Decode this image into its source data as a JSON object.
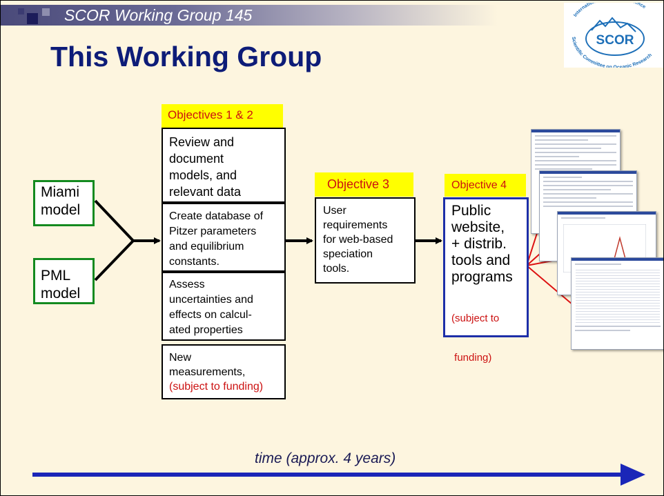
{
  "header": {
    "subtitle": "SCOR Working Group 145",
    "title": "This Working Group"
  },
  "logo": {
    "text": "SCOR",
    "arc_top": "International Council for Science",
    "arc_bottom": "Scientific Committee on Oceanic Research"
  },
  "models": {
    "miami": [
      "Miami",
      "model"
    ],
    "pml": [
      "PML",
      "model"
    ]
  },
  "objectives_1_2": {
    "label": "Objectives 1 & 2",
    "review": [
      "Review and",
      "document",
      "models, and",
      "relevant data"
    ],
    "database": [
      "Create database of",
      "Pitzer parameters",
      "and equilibrium",
      "constants."
    ],
    "assess": [
      "Assess",
      "uncertainties and",
      "effects on calcul-",
      "ated properties"
    ],
    "new_measurements": [
      "New",
      "measurements,"
    ],
    "new_measurements_note": "(subject to funding)"
  },
  "objective_3": {
    "label": "Objective 3",
    "lines": [
      "User",
      "requirements",
      "for web-based",
      "speciation",
      "tools."
    ]
  },
  "objective_4": {
    "label": "Objective 4",
    "lines": [
      "Public",
      "website,",
      "+ distrib.",
      "tools and",
      "programs"
    ],
    "note": [
      "(subject to",
      " funding)"
    ]
  },
  "timeline": {
    "label": "time (approx. 4 years)"
  },
  "colors": {
    "title": "#0d1c78",
    "model_border": "#138a1f",
    "objective4_border": "#1d2fa8",
    "objective_label_bg": "#ffff00",
    "objective_label_text": "#cc1111",
    "timeline_arrow": "#1a26b8",
    "connector_lines": "#dd1111"
  }
}
